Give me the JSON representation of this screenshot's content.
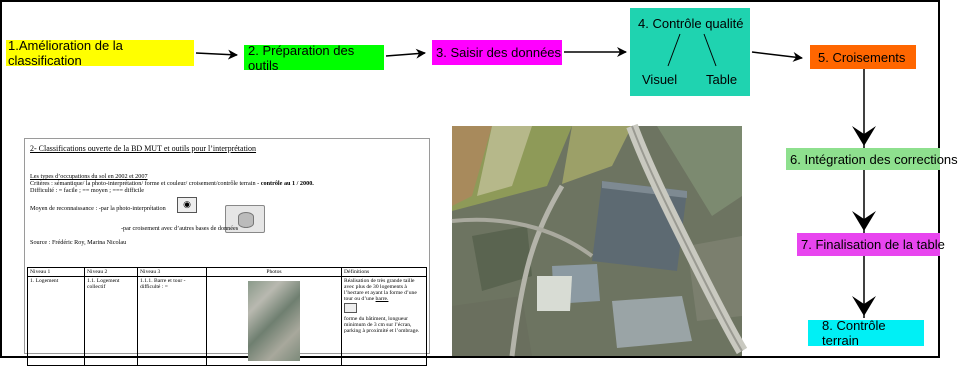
{
  "flow": {
    "step1": "1.Amélioration de la classification",
    "step2": "2. Préparation des outils",
    "step3": "3. Saisir des données",
    "step4_title": "4. Contrôle qualité",
    "step4_left": "Visuel",
    "step4_right": "Table",
    "step5": "5. Croisements",
    "step6": "6. Intégration des corrections",
    "step7": "7. Finalisation de la table",
    "step8": "8. Contrôle terrain"
  },
  "colors": {
    "step1": "#ffff00",
    "step2": "#00ff00",
    "step3": "#ff00ff",
    "step4": "#1fd3b0",
    "step5": "#ff6600",
    "step6": "#8ee08e",
    "step7": "#e845ef",
    "step8": "#00f0f5"
  },
  "document": {
    "title": "2- Classifications ouverte de la BD MUT et outils pour l’interprétation",
    "section": "Les types d’occupations du sol en 2002 et 2007",
    "criteria_prefix": "Critères : sémantique/ la photo-interprétation/ forme et couleur/ croisement/contrôle terrain - ",
    "criteria_bold": "contrôle au 1 / 2000.",
    "difficulty": "Difficulté : = facile ; == moyen ; === difficile",
    "means": "Moyen de reconnaissance : -par la photo-interprétation",
    "cross": "-par croisement avec d’autres bases de données",
    "source": "Source : Frédéric Roy, Marina Nicolau",
    "table_headers": [
      "Niveau 1",
      "Niveau 2",
      "Niveau 3",
      "Photos",
      "Définitions"
    ],
    "row": {
      "n1": "1. Logement",
      "n2": "1.1. Logement collectif",
      "n3": "1.1.1.   Barre et tour -difficulté : =",
      "def1": "Réalisation de très grande taille avec plus de 30 logements à l’hectare et ayant la forme d’une tour ou d’une ",
      "def1_u": "barre.",
      "def2": "forme du bâtiment, longueur minimum de 3 cm sur l’écran, parking à proximité et l’ombrage."
    }
  }
}
